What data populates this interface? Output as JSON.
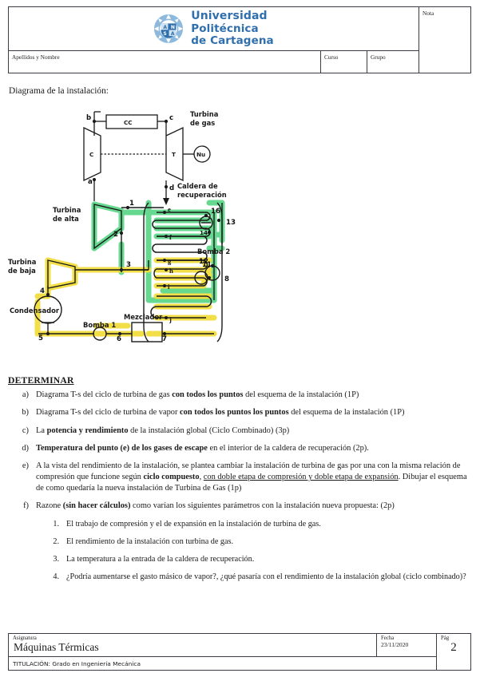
{
  "header": {
    "university": {
      "line1": "Universidad",
      "line2": "Politécnica",
      "line3": "de Cartagena"
    },
    "logo_icon": "upct-seal-icon",
    "nota_label": "Nota",
    "apellidos_label": "Apellidos y Nombre",
    "curso_label": "Curso",
    "grupo_label": "Grupo",
    "brand_color": "#2f6fad"
  },
  "body": {
    "diagram_caption": "Diagrama de la instalación:",
    "determinar_heading": "DETERMINAR",
    "items": [
      {
        "marker": "a)",
        "html": "Diagrama T-s del ciclo de turbina de gas <b>con todos los puntos</b> del esquema de la instalación (1P)"
      },
      {
        "marker": "b)",
        "html": "Diagrama T-s del ciclo de turbina de vapor <b>con todos los puntos los puntos</b> del esquema de la instalación (1P)"
      },
      {
        "marker": "c)",
        "html": "La <b>potencia y rendimiento</b> de la instalación global (Ciclo Combinado) (3p)"
      },
      {
        "marker": "d)",
        "html": "<b>Temperatura del punto (e) de los gases de escape</b> en el interior de la caldera de recuperación (2p)."
      },
      {
        "marker": "e)",
        "html": "A la vista del rendimiento de la instalación, se plantea cambiar la instalación de turbina de gas por una con la misma relación de compresión que funcione según <b>ciclo compuesto</b>, <u>con doble etapa de compresión y doble etapa de expansión</u>. Dibujar el esquema de como quedaría la nueva instalación de Turbina de Gas (1p)"
      },
      {
        "marker": "f)",
        "html": "Razone <b>(sin hacer cálculos)</b> como varían los siguientes parámetros con la instalación nueva propuesta: (2p)"
      }
    ],
    "subitems": [
      {
        "marker": "1.",
        "text": "El trabajo de compresión y el de expansión en la instalación de turbina de gas."
      },
      {
        "marker": "2.",
        "text": "El rendimiento de la instalación con turbina de gas."
      },
      {
        "marker": "3.",
        "text": "La temperatura a la entrada de la caldera de recuperación."
      },
      {
        "marker": "4.",
        "text": "¿Podría aumentarse el gasto másico de vapor?, ¿qué pasaría con el rendimiento de la instalación global (ciclo combinado)?"
      }
    ]
  },
  "diagram": {
    "highlight_green": "#5fd68a",
    "highlight_yellow": "#f2de3f",
    "labels": {
      "turbina_gas": "Turbina\nde gas",
      "turbina_gas_l1": "Turbina",
      "turbina_gas_l2": "de gas",
      "caldera_l1": "Caldera de",
      "caldera_l2": "recuperación",
      "turbina_alta_l1": "Turbina",
      "turbina_alta_l2": "de alta",
      "turbina_baja_l1": "Turbina",
      "turbina_baja_l2": "de baja",
      "condensador": "Condensador",
      "mezclador": "Mezclador",
      "bomba1": "Bomba 1",
      "bomba2": "Bomba 2",
      "cc": "CC",
      "compressor": "C",
      "turbine": "T",
      "generator": "Nu"
    },
    "gas_points": [
      "a",
      "b",
      "c",
      "d"
    ],
    "hrsg_points": [
      "e",
      "f",
      "g",
      "h",
      "i",
      "j"
    ],
    "steam_points": [
      "1",
      "2",
      "3",
      "4",
      "5",
      "6",
      "7",
      "8",
      "11",
      "12",
      "13",
      "14",
      "16"
    ]
  },
  "footer": {
    "asignatura_label": "Asignatura",
    "asignatura": "Máquinas Térmicas",
    "fecha_label": "Fecha",
    "fecha": "23/11/2020",
    "pag_label": "Pág",
    "pag": "2",
    "titulacion": "TITULACIÓN: Grado en Ingeniería Mecánica"
  }
}
